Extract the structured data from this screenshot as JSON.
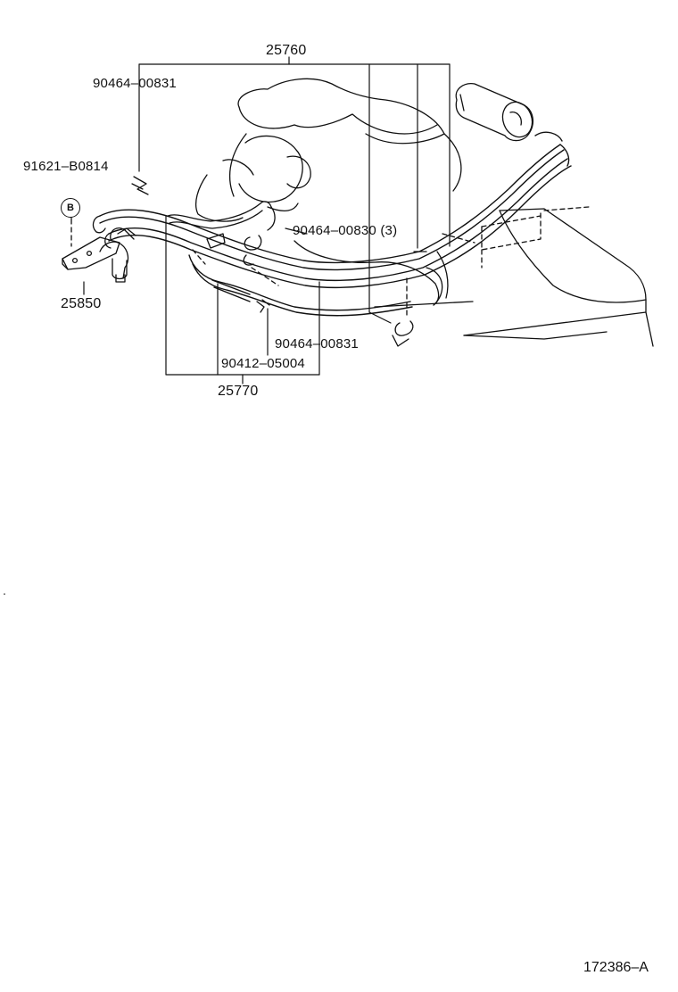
{
  "callouts": {
    "assembly_top": "25760",
    "clip_upper_left": "90464–00831",
    "bolt": "91621–B0814",
    "circle_marker": "B",
    "bracket_valve": "25850",
    "clip_middle_right": "90464–00830 (3)",
    "clip_lower_right": "90464–00831",
    "clip_lower_mid": "90412–05004",
    "assembly_bottom": "25770"
  },
  "diagram_ref": "172386–A",
  "colors": {
    "ink": "#111111",
    "paper": "#ffffff"
  }
}
